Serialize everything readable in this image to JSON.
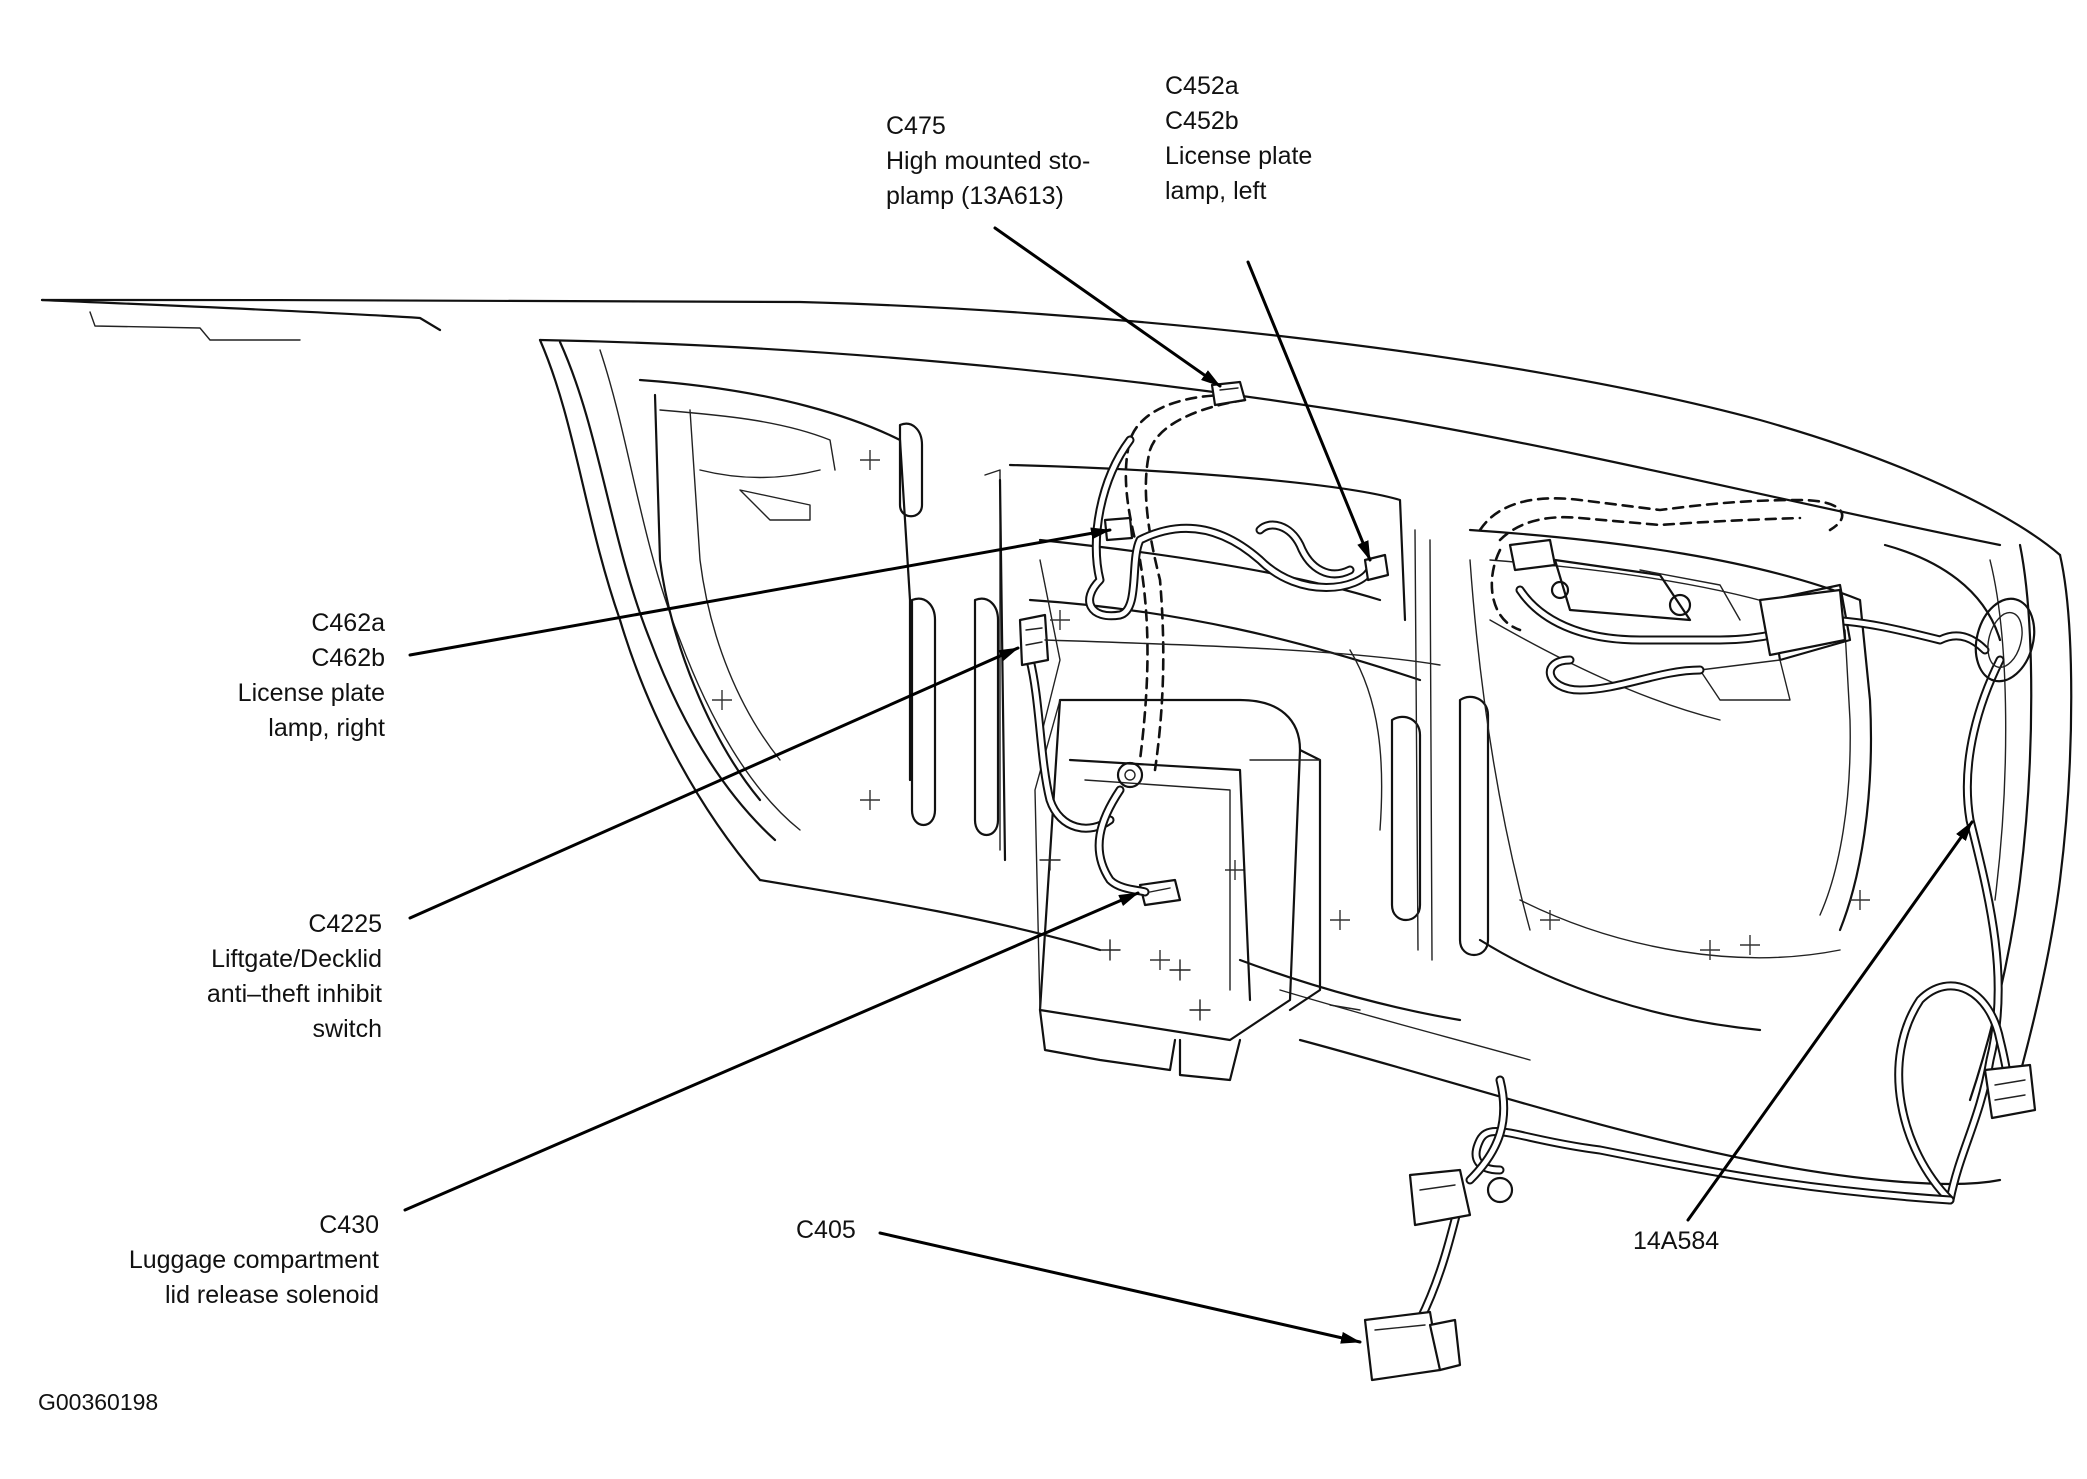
{
  "figure_id": "G00360198",
  "callouts": {
    "c475": {
      "lines": [
        "C475",
        "High mounted sto-",
        "plamp (13A613)"
      ]
    },
    "c452": {
      "lines": [
        "C452a",
        "C452b",
        "License plate",
        "lamp, left"
      ]
    },
    "c462": {
      "lines": [
        "C462a",
        "C462b",
        "License plate",
        "lamp, right"
      ]
    },
    "c4225": {
      "lines": [
        "C4225",
        "Liftgate/Decklid",
        "anti–theft inhibit",
        "switch"
      ]
    },
    "c430": {
      "lines": [
        "C430",
        "Luggage compartment",
        "lid release solenoid"
      ]
    },
    "c405": {
      "lines": [
        "C405"
      ]
    },
    "h14a584": {
      "lines": [
        "14A584"
      ]
    }
  }
}
